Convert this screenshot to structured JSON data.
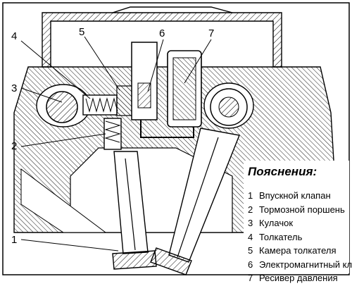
{
  "callouts": [
    "1",
    "2",
    "3",
    "4",
    "5",
    "6",
    "7"
  ],
  "legend": {
    "title": "Пояснения:",
    "items": [
      {
        "num": "1",
        "label": "Впускной клапан"
      },
      {
        "num": "2",
        "label": "Тормозной поршень"
      },
      {
        "num": "3",
        "label": "Кулачок"
      },
      {
        "num": "4",
        "label": "Толкатель"
      },
      {
        "num": "5",
        "label": "Камера толкателя"
      },
      {
        "num": "6",
        "label": "Электромагнитный клапан"
      },
      {
        "num": "7",
        "label": "Ресивер давления"
      }
    ]
  }
}
